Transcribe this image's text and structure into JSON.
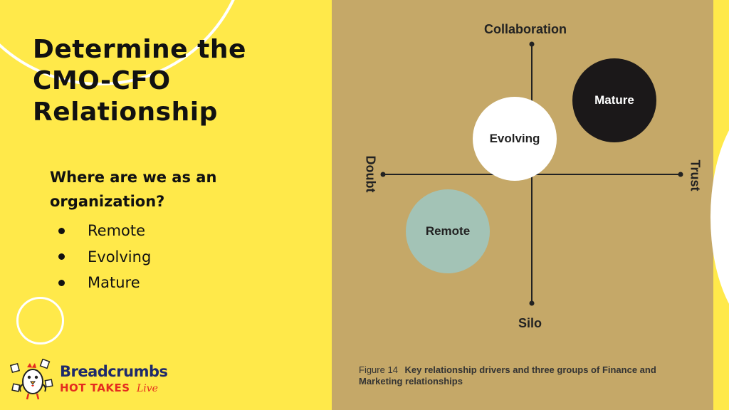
{
  "slide": {
    "title_lines": [
      "Determine the",
      "CMO-CFO",
      "Relationship"
    ],
    "question": "Where are we as an organization?",
    "bullets": [
      "Remote",
      "Evolving",
      "Mature"
    ]
  },
  "logo": {
    "name": "Breadcrumbs",
    "tagline": "HOT TAKES",
    "tagline_script": "Live",
    "colors": {
      "name": "#1f2a6b",
      "tagline": "#e52b1f"
    }
  },
  "figure": {
    "axes": {
      "top": "Collaboration",
      "bottom": "Silo",
      "left": "Doubt",
      "right": "Trust"
    },
    "groups": [
      {
        "label": "Mature",
        "color": "#1b1819",
        "text_color": "#ffffff"
      },
      {
        "label": "Evolving",
        "color": "#ffffff",
        "text_color": "#222222"
      },
      {
        "label": "Remote",
        "color": "#a3c3b6",
        "text_color": "#222222"
      }
    ],
    "caption_number": "Figure 14",
    "caption_text": "Key relationship drivers and three groups of Finance and Marketing relationships"
  },
  "colors": {
    "background": "#ffe94a",
    "panel": "#c5a868",
    "accent_white": "#ffffff"
  }
}
